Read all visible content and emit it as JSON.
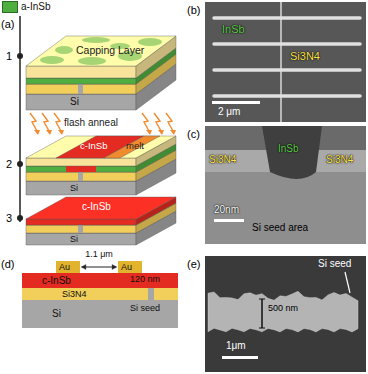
{
  "diagram": {
    "nodes": [
      {
        "text": [
          "Au"
        ]
      },
      {
        "text": [
          "Au"
        ]
      },
      {
        "text": [
          "c-InSb"
        ]
      },
      {
        "text": [
          "Si3N4"
        ]
      },
      {
        "text": [
          "Si"
        ]
      }
    ],
    "labels": [
      "(a)",
      "1",
      "Capping Layer",
      "Si",
      "flash anneal",
      "2",
      "c-InSb",
      "melt",
      "Si",
      "3",
      "c-InSb",
      "Si",
      "(b)",
      "InSb",
      "Si3N4",
      "2 μm",
      "(c)",
      "Si3N4",
      "InSb",
      "Si3N4",
      "20nm",
      "Si seed area",
      "(d)",
      "1.1 μm",
      "120 nm",
      "Si seed",
      "(e)",
      "Si seed",
      "500 nm",
      "1μm"
    ],
    "legend": [
      {
        "text": "a-InSb",
        "color": "#4fae3f"
      }
    ]
  }
}
